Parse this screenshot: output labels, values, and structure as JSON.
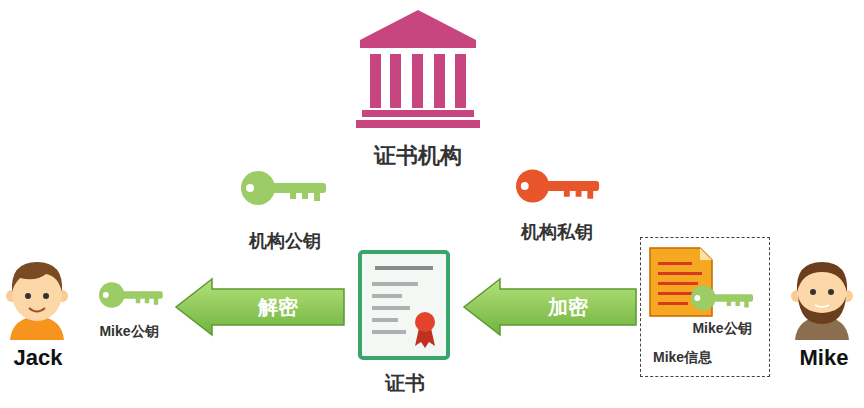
{
  "diagram": {
    "nodes": [
      {
        "text": [
          "证书机构"
        ]
      },
      {
        "text": [
          "机构公钥"
        ]
      },
      {
        "text": [
          "机构私钥"
        ]
      },
      {
        "text": [
          "Jack"
        ]
      },
      {
        "text": [
          "Mike公钥"
        ]
      },
      {
        "text": [
          "证书"
        ]
      },
      {
        "text": [
          "Mike信息"
        ]
      },
      {
        "text": [
          "Mike公钥"
        ],
        "in": 6
      },
      {
        "text": [
          "Mike"
        ]
      }
    ],
    "edges": [
      {
        "from": 6,
        "to": 5,
        "arrow": "to",
        "label": "加密"
      },
      {
        "from": 5,
        "to": 4,
        "arrow": "to",
        "label": "解密"
      }
    ]
  }
}
